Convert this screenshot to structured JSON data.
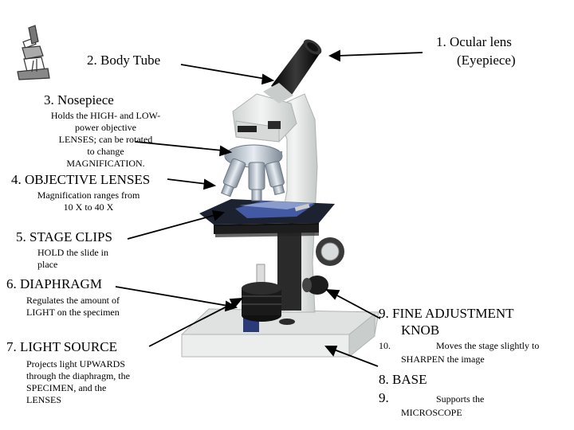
{
  "labels": {
    "ocular_line1": "1.  Ocular lens",
    "ocular_line2": "(Eyepiece)",
    "body_tube": "2.  Body Tube",
    "nosepiece": "3.  Nosepiece",
    "nosepiece_desc": [
      "Holds the HIGH- and LOW-",
      "power objective",
      "LENSES; can be rotated",
      "to change",
      "MAGNIFICATION."
    ],
    "objective": "4.  OBJECTIVE LENSES",
    "objective_desc": [
      "Magnification ranges from",
      "10 X to 40 X"
    ],
    "stage_clips": "5.  STAGE CLIPS",
    "stage_clips_desc": [
      "HOLD the slide in",
      "place"
    ],
    "diaphragm": "6.  DIAPHRAGM",
    "diaphragm_desc": [
      "Regulates the amount of",
      "LIGHT on the specimen"
    ],
    "light_source": "7.  LIGHT SOURCE",
    "light_source_desc": [
      "Projects light UPWARDS",
      "through the diaphragm, the",
      "SPECIMEN, and the",
      "LENSES"
    ],
    "fine_adj_line1": "9.  FINE ADJUSTMENT",
    "fine_adj_line2": "KNOB",
    "fine_adj_num": "10.",
    "fine_adj_desc1": "Moves the stage slightly to",
    "fine_adj_desc2": "SHARPEN the image",
    "base": "8.  BASE",
    "base_num": "9.",
    "base_desc1": "Supports the",
    "base_desc2": "MICROSCOPE"
  },
  "colors": {
    "body": "#e9ebea",
    "body_shadow": "#b9bcbb",
    "dark": "#1a1a1a",
    "stage": "#1d2230",
    "stage_blue": "#4a63b8",
    "chrome": "#b8c2cc"
  }
}
